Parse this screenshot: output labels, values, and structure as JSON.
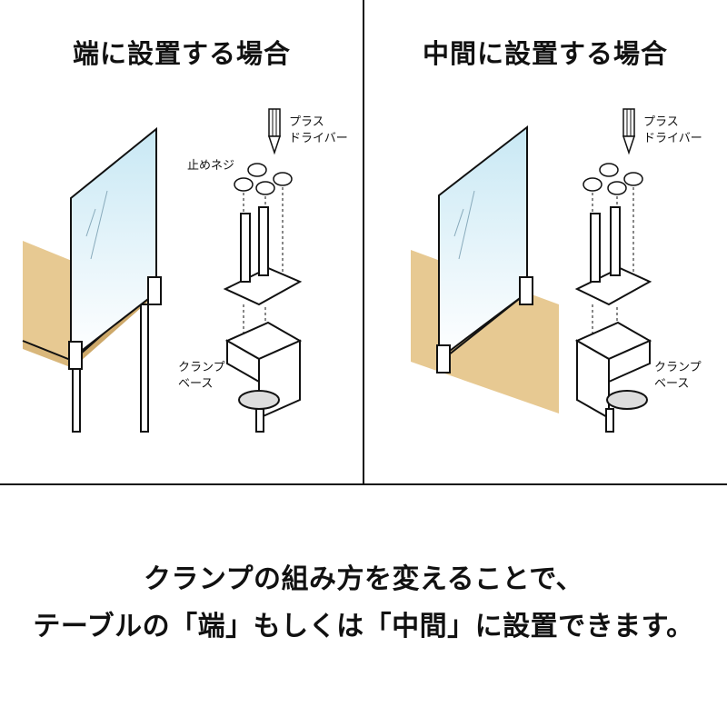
{
  "panels": {
    "left_title": "端に設置する場合",
    "right_title": "中間に設置する場合"
  },
  "labels": {
    "screwdriver": "プラス\nドライバー",
    "set_screw": "止めネジ",
    "clamp_base": "クランプ\nベース"
  },
  "caption": {
    "line1": "クランプの組み方を変えることで、",
    "line2": "テーブルの「端」もしくは「中間」に設置できます。"
  },
  "colors": {
    "table_top": "#e7c992",
    "line": "#111111",
    "acrylic_top": "#d2ecf6",
    "acrylic_bottom": "#ffffff"
  }
}
